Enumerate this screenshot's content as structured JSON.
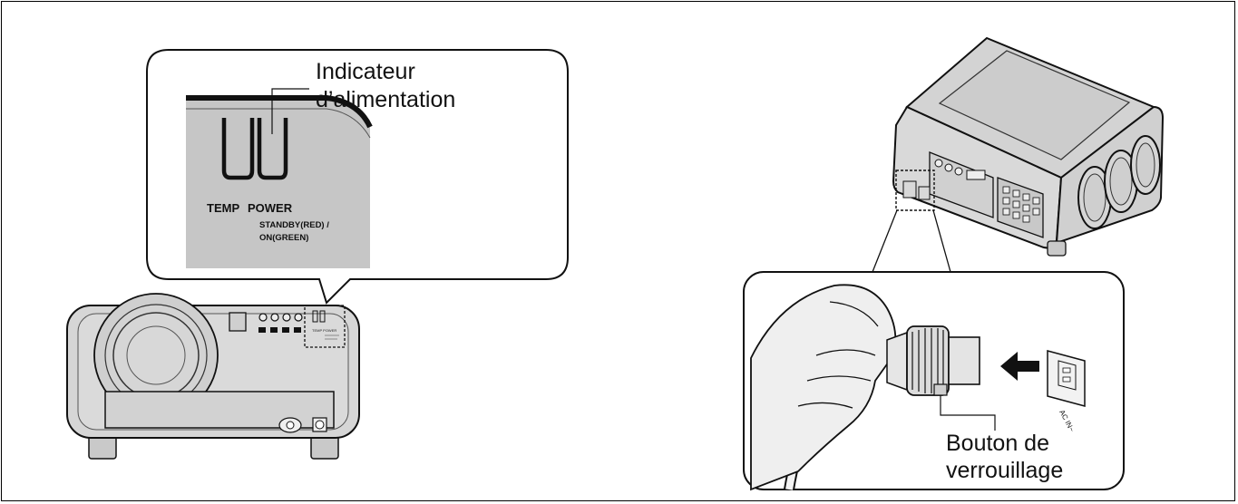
{
  "callout_left": {
    "label_line1": "Indicateur",
    "label_line2": "d’alimentation",
    "panel_temp": "TEMP",
    "panel_power": "POWER",
    "panel_status_line1": "STANDBY(RED) /",
    "panel_status_line2": "ON(GREEN)"
  },
  "callout_right": {
    "label_line1": "Bouton de",
    "label_line2": "verrouillage",
    "inlet_label": "AC IN~"
  },
  "projector_front": {
    "mini_temp_power": "TEMP POWER"
  },
  "colors": {
    "panel_gray": "#c8c8c8",
    "body_gray": "#d9d9d9",
    "line": "#111111"
  }
}
